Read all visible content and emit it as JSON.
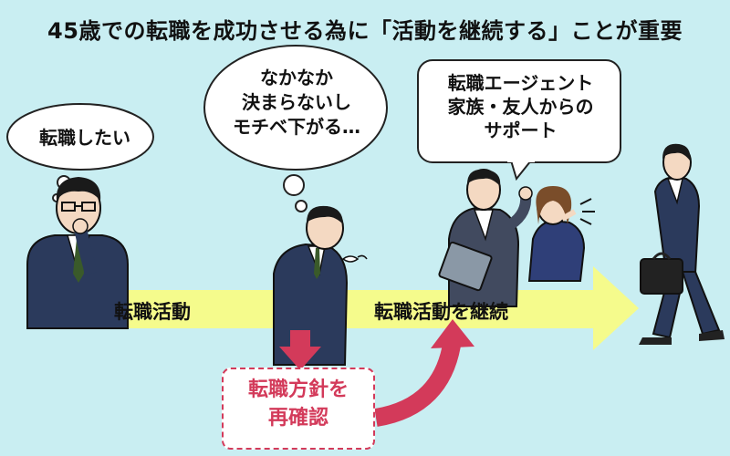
{
  "title": "45歳での転職を成功させる為に「活動を継続する」ことが重要",
  "bubbles": {
    "first": "転職したい",
    "second": [
      "なかなか",
      "決まらないし",
      "モチベ下がる…"
    ],
    "third": [
      "転職エージェント",
      "家族・友人からの",
      "サポート"
    ]
  },
  "arrow_labels": {
    "start": "転職活動",
    "continue": "転職活動を継続"
  },
  "recheck": [
    "転職方針を",
    "再確認"
  ],
  "colors": {
    "background": "#c9eef2",
    "arrow": "#f5fb8c",
    "accent": "#d33a5a",
    "suit": "#2b3a5c"
  }
}
